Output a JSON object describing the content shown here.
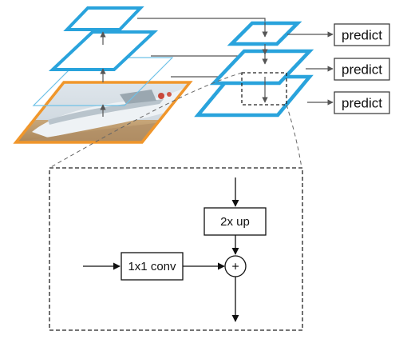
{
  "labels": {
    "predict_top": "predict",
    "predict_mid": "predict",
    "predict_bot": "predict",
    "upsample": "2x up",
    "lateral_conv": "1x1 conv",
    "add_symbol": "+"
  },
  "colors": {
    "pyramid_blue": "#29a3dc",
    "thin_blue": "#6fc2e8",
    "image_border_orange": "#f0962b",
    "arrow_gray": "#555555",
    "dashed_black": "#222222",
    "box_stroke": "#333333"
  },
  "photo": {
    "description_icon": "boat-photo-icon"
  }
}
